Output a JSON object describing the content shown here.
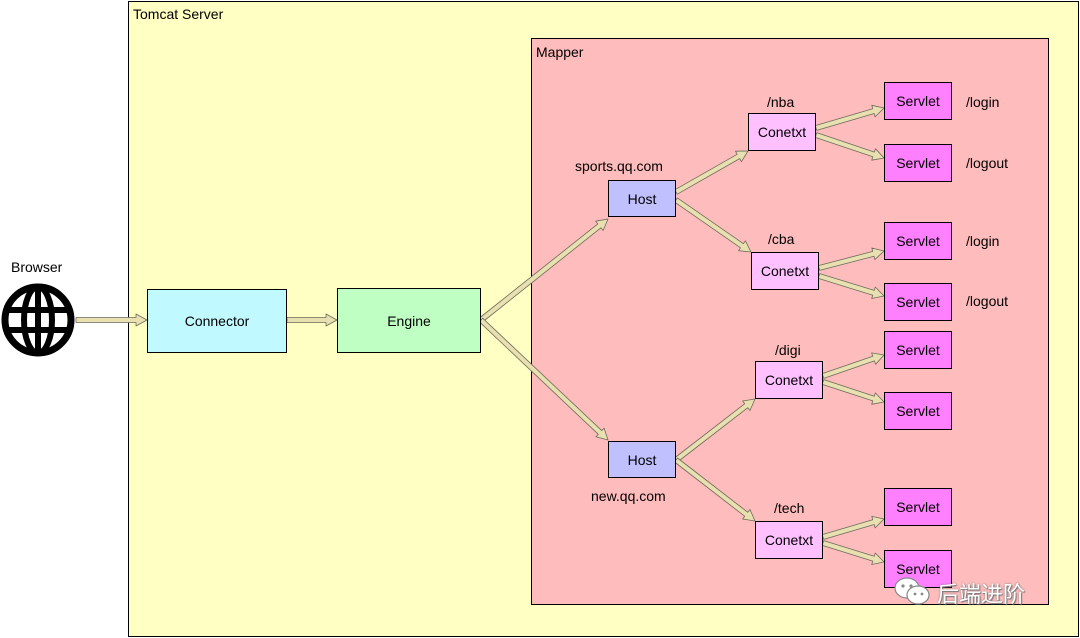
{
  "server_label": "Tomcat Server",
  "mapper_label": "Mapper",
  "browser_label": "Browser",
  "nodes": {
    "connector": "Connector",
    "engine": "Engine",
    "host_sports": "Host",
    "host_news": "Host",
    "ctx_nba": "Conetxt",
    "ctx_cba": "Conetxt",
    "ctx_digi": "Conetxt",
    "ctx_tech": "Conetxt",
    "servlet_1": "Servlet",
    "servlet_2": "Servlet",
    "servlet_3": "Servlet",
    "servlet_4": "Servlet",
    "servlet_5": "Servlet",
    "servlet_6": "Servlet",
    "servlet_7": "Servlet",
    "servlet_8": "Servlet"
  },
  "labels": {
    "host_sports": "sports.qq.com",
    "host_news": "new.qq.com",
    "ctx_nba": "/nba",
    "ctx_cba": "/cba",
    "ctx_digi": "/digi",
    "ctx_tech": "/tech",
    "servlet_1": "/login",
    "servlet_2": "/logout",
    "servlet_3": "/login",
    "servlet_4": "/logout"
  },
  "watermark": "后端进阶",
  "icons": {
    "browser": "globe-icon",
    "watermark": "wechat-icon"
  },
  "colors": {
    "server_bg": "#ffffc3",
    "mapper_bg": "#ffbcbc",
    "connector": "#c0f9ff",
    "engine": "#c0ffc3",
    "host": "#c0c0ff",
    "context": "#ffc0ff",
    "servlet": "#ff80ff",
    "arrow": "#e8e0b0"
  }
}
